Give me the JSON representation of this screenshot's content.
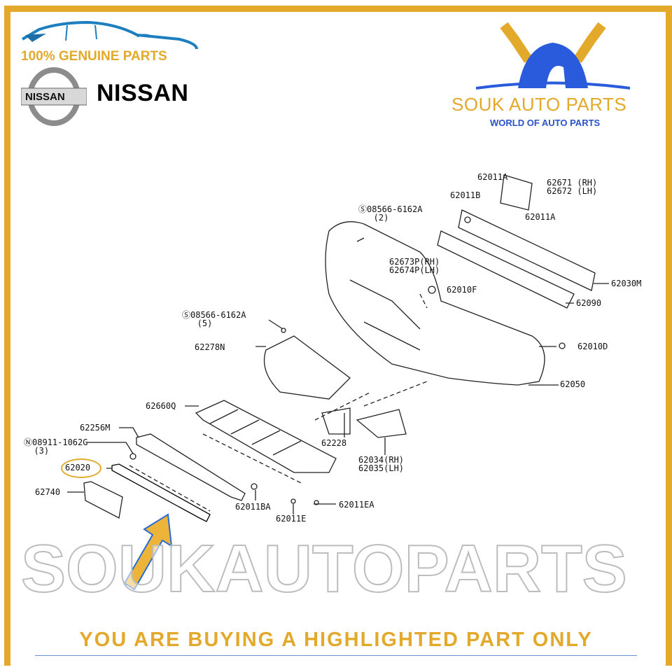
{
  "branding": {
    "genuine_text": "100% GENUINE PARTS",
    "nissan_badge_text": "NISSAN",
    "nissan_word": "NISSAN",
    "store_name": "SOUK AUTO PARTS",
    "store_tagline": "WORLD OF AUTO PARTS",
    "watermark": "SOUKAUTOPARTS"
  },
  "colors": {
    "gold": "#E3A92B",
    "blue": "#2A52C9"
  },
  "diagram": {
    "labels": [
      "62011A",
      "62671 (RH)\n62672 (LH)",
      "62011B",
      "62011A",
      "Ⓢ08566-6162A\n   (2)",
      "62673P(RH)\n62674P(LH)",
      "62030M",
      "62010F",
      "62090",
      "Ⓢ08566-6162A\n   (5)",
      "62278N",
      "62010D",
      "62050",
      "62660Q",
      "62256M",
      "Ⓝ08911-1062G\n  (3)",
      "62020",
      "62228",
      "62034(RH)\n62035(LH)",
      "62740",
      "62011BA",
      "62011EA",
      "62011E"
    ],
    "highlighted_part": "62020"
  },
  "footer": {
    "notice": "YOU ARE BUYING A HIGHLIGHTED PART ONLY"
  }
}
